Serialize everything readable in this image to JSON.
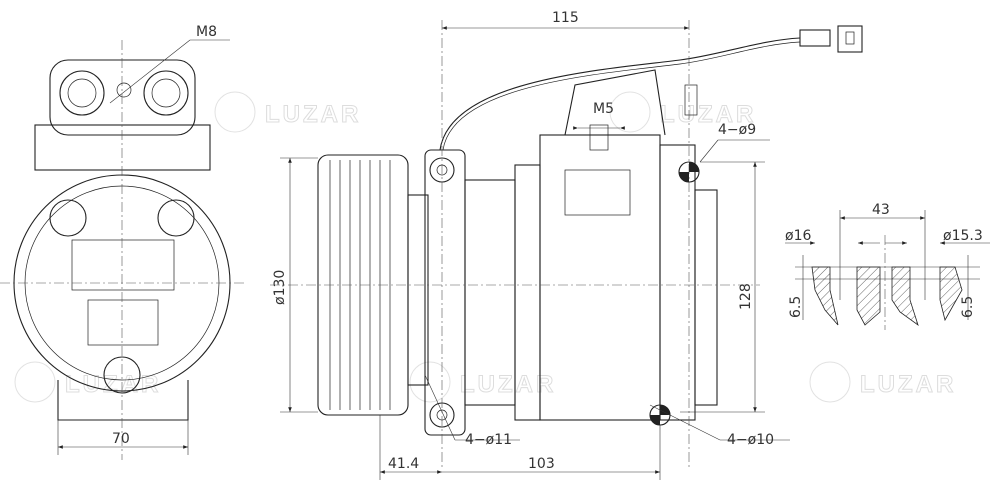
{
  "drawing": {
    "watermark": "LUZAR",
    "labels": {
      "thread_top": "M8",
      "thread_mid": "M5",
      "length_top": "115",
      "holes_9": "4−ø9",
      "holes_11": "4−ø11",
      "holes_10": "4−ø10",
      "pulley_dia": "ø130",
      "height": "128",
      "width_front": "70",
      "offset": "41.4",
      "body_length": "103",
      "port_spacing": "43",
      "port_dia_left": "ø16",
      "port_dia_right": "ø15.3",
      "port_depth_left": "6.5",
      "port_depth_right": "6.5"
    }
  }
}
